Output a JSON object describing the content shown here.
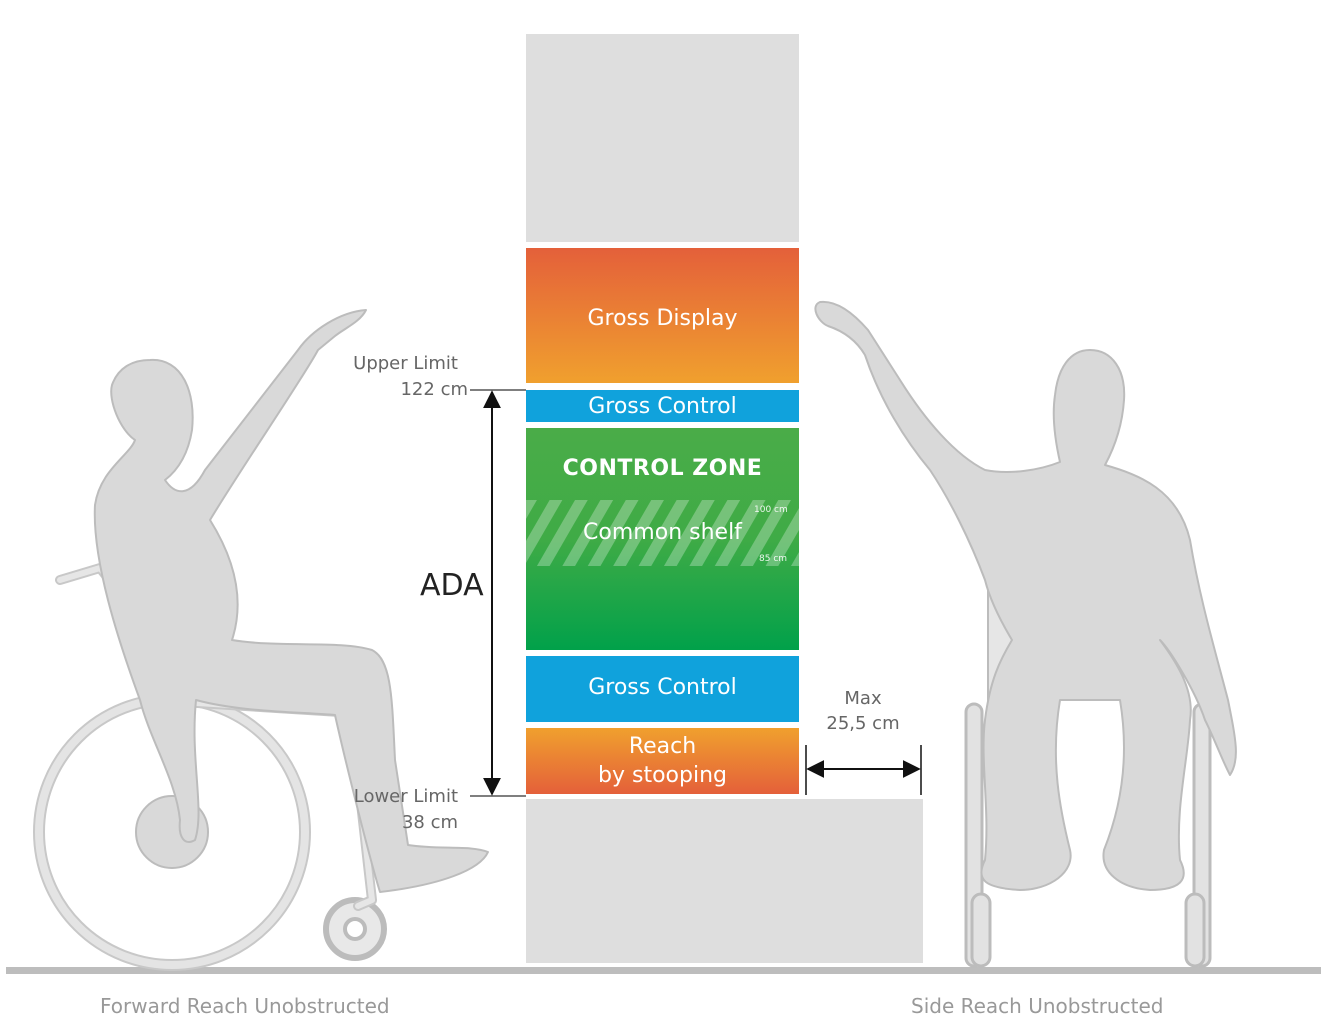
{
  "zones": {
    "gross_display": "Gross Display",
    "gross_control_upper": "Gross Control",
    "control_zone_title": "CONTROL ZONE",
    "common_shelf": "Common shelf",
    "shelf_top_mark": "100 cm",
    "shelf_bottom_mark": "85 cm",
    "gross_control_lower": "Gross Control",
    "reach_line1": "Reach",
    "reach_line2": "by stooping"
  },
  "limits": {
    "upper_label": "Upper Limit",
    "upper_value": "122 cm",
    "lower_label": "Lower Limit",
    "lower_value": "38 cm",
    "range_name": "ADA"
  },
  "max_reach": {
    "label": "Max",
    "value": "25,5 cm"
  },
  "captions": {
    "left": "Forward Reach Unobstructed",
    "right": "Side Reach Unobstructed"
  },
  "colors": {
    "panel_gray": "#dedede",
    "orange_top": "#e4603a",
    "orange_bottom": "#f0a02e",
    "blue": "#10a2dc",
    "green_top": "#4aac48",
    "green_bottom": "#01a14a",
    "figure_fill": "#d9d9d9",
    "figure_stroke": "#bcbcbc"
  }
}
